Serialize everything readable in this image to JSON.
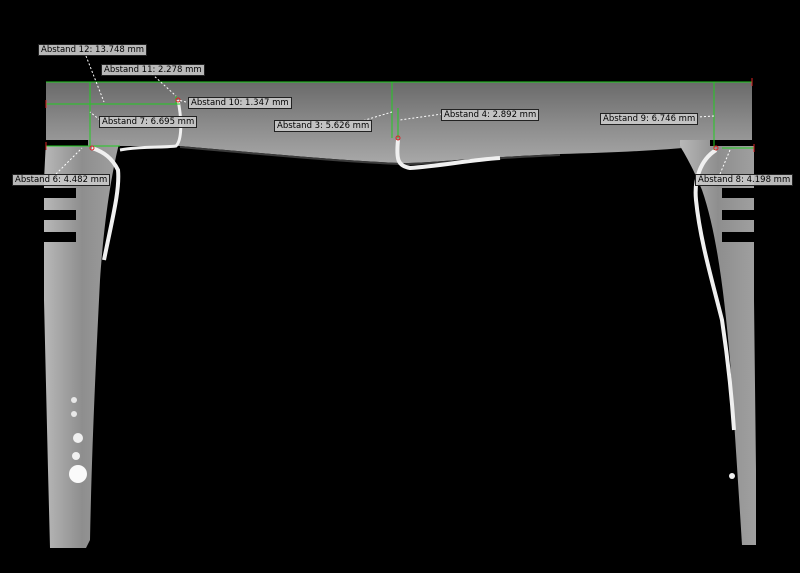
{
  "image": {
    "description_colors": {
      "background": "#000000",
      "material": "#9a9a9a",
      "highlight": "#f2f2f2",
      "guide_green": "#22cc22",
      "guide_red": "#dd2222"
    }
  },
  "measurements": [
    {
      "id": "m12",
      "label": "Abstand 12: 13.748 mm"
    },
    {
      "id": "m11",
      "label": "Abstand 11: 2.278 mm"
    },
    {
      "id": "m10",
      "label": "Abstand 10: 1.347 mm"
    },
    {
      "id": "m7",
      "label": "Abstand 7: 6.695 mm"
    },
    {
      "id": "m6",
      "label": "Abstand 6: 4.482 mm"
    },
    {
      "id": "m3",
      "label": "Abstand 3: 5.626 mm"
    },
    {
      "id": "m4",
      "label": "Abstand 4: 2.892 mm"
    },
    {
      "id": "m9",
      "label": "Abstand 9: 6.746 mm"
    },
    {
      "id": "m8",
      "label": "Abstand 8: 4.198 mm"
    }
  ]
}
